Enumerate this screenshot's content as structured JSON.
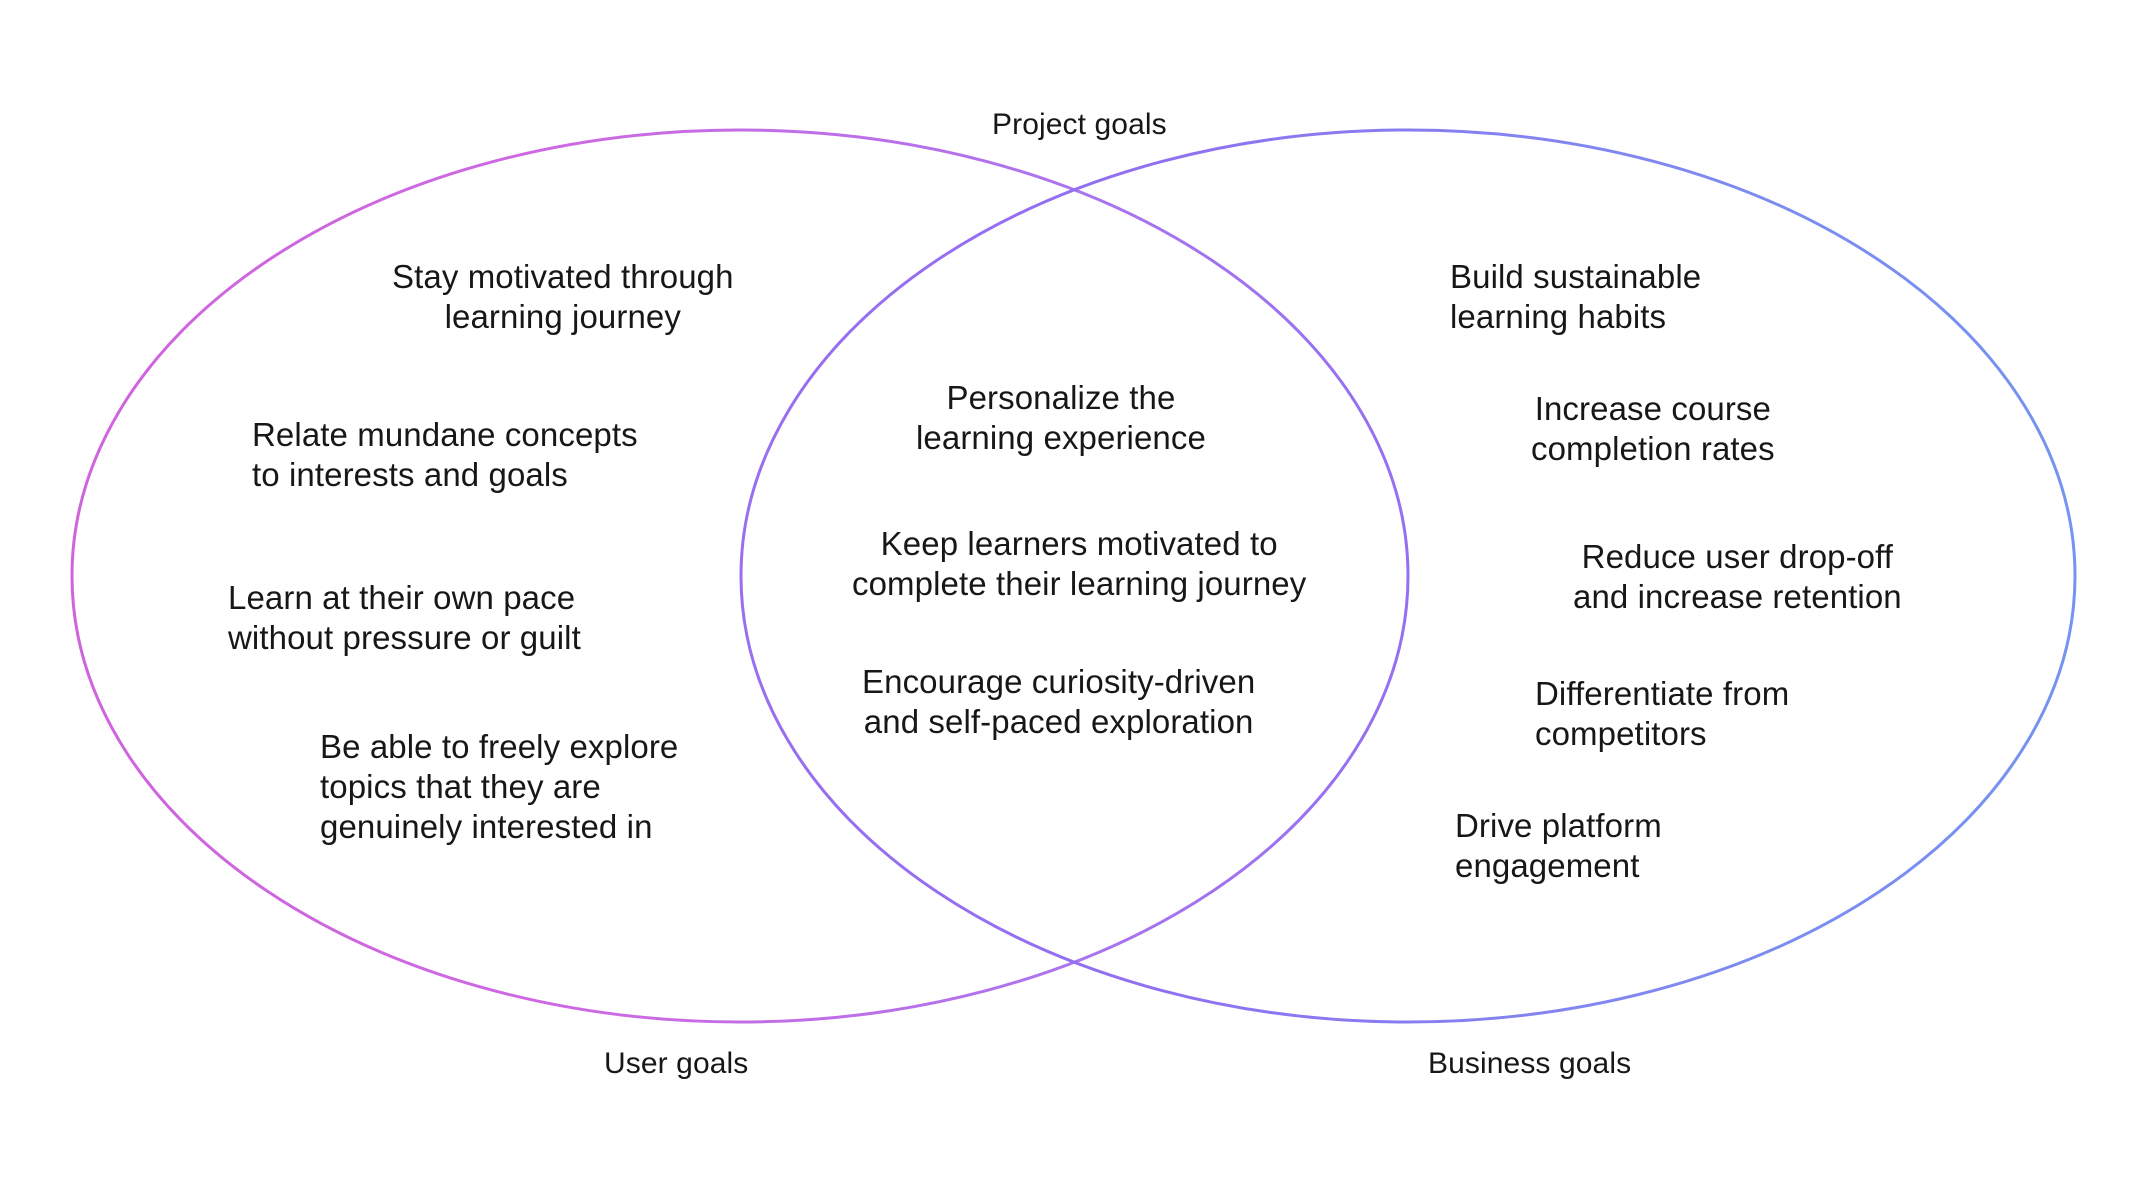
{
  "diagram": {
    "type": "venn-2-circle",
    "titles": {
      "overlap": "Project goals",
      "left": "User goals",
      "right": "Business goals"
    },
    "colors": {
      "left_circle_stroke": "#d06ae0",
      "right_circle_stroke": "#7b95f0",
      "overlap_stroke": "#9a6ef0",
      "text": "#17171a",
      "background": "#ffffff"
    },
    "user_goals": [
      "Stay motivated through\nlearning journey",
      "Relate mundane concepts\nto interests and goals",
      "Learn at their own pace\nwithout pressure or guilt",
      "Be able to freely explore\ntopics that they are\ngenuinely interested in"
    ],
    "shared_goals": [
      "Personalize the\nlearning experience",
      "Keep learners motivated to\ncomplete their learning journey",
      "Encourage curiosity-driven\nand self-paced exploration"
    ],
    "business_goals": [
      "Build sustainable\nlearning habits",
      "Increase course\ncompletion rates",
      "Reduce user drop-off\nand increase retention",
      "Differentiate from\ncompetitors",
      "Drive platform\nengagement"
    ]
  }
}
